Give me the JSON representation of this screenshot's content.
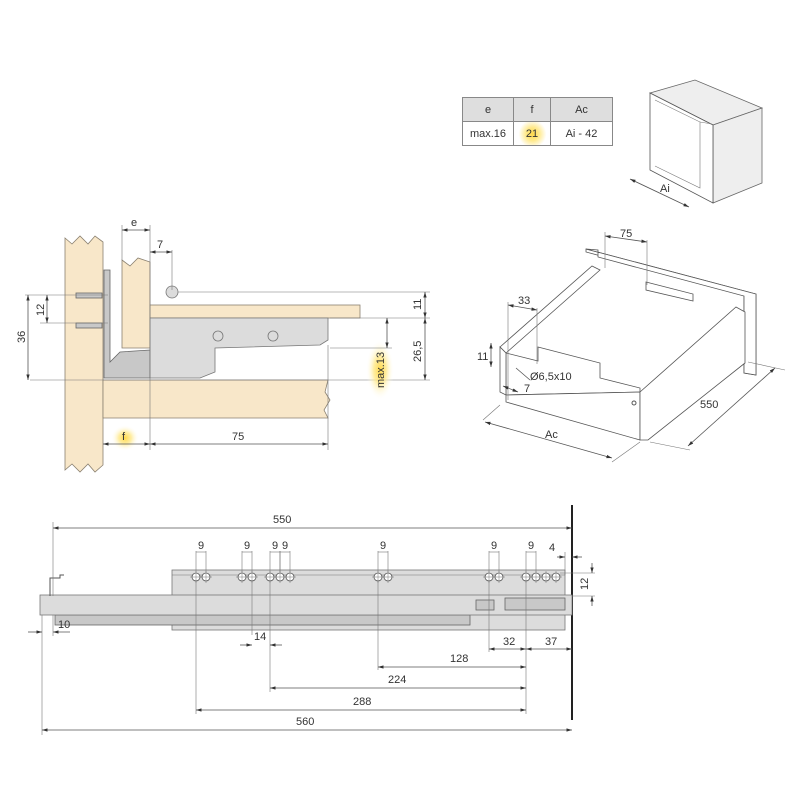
{
  "spec_table": {
    "headers": [
      "e",
      "f",
      "Ac"
    ],
    "values": [
      "max.16",
      "21",
      "Ai - 42"
    ]
  },
  "cabinet": {
    "label_ai": "Ai"
  },
  "section_view": {
    "e": "e",
    "seven": "7",
    "eleven": "11",
    "twelve": "12",
    "thirtysix": "36",
    "twentysix_five": "26,5",
    "max13": "max.13",
    "f": "f",
    "seventyfive": "75"
  },
  "drawer_iso": {
    "seventyfive": "75",
    "thirtythree": "33",
    "eleven": "11",
    "hole": "Ø6,5x10",
    "seven": "7",
    "ac": "Ac",
    "length": "550"
  },
  "rail_view": {
    "overall": "550",
    "total": "560",
    "ten": "10",
    "fourteen": "14",
    "thirtytwo": "32",
    "thirtyseven": "37",
    "d128": "128",
    "d224": "224",
    "d288": "288",
    "four": "4",
    "twelve": "12",
    "nine": "9"
  },
  "colors": {
    "wood": "#f8e7c9",
    "rail": "#dcdcdc",
    "highlight": "#ffd84a"
  }
}
